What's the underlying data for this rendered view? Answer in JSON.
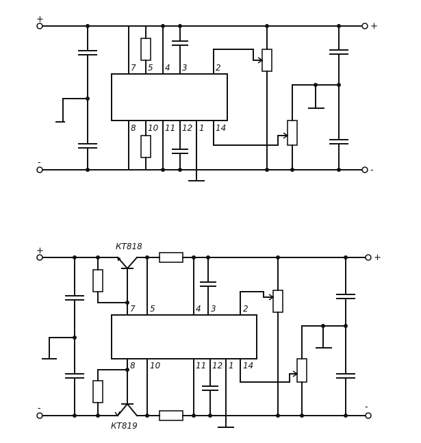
{
  "top_circuit": {
    "pins_top": [
      "7",
      "5",
      "4",
      "3",
      "2"
    ],
    "pins_bottom": [
      "8",
      "10",
      "11",
      "12",
      "1",
      "14"
    ],
    "terminal_plus_left": "+",
    "terminal_plus_right": "+",
    "terminal_minus_left": "-",
    "terminal_minus_right": "-"
  },
  "bottom_circuit": {
    "pins_top": [
      "7",
      "5",
      "4",
      "3",
      "2"
    ],
    "pins_bottom": [
      "8",
      "10",
      "11",
      "12",
      "1",
      "14"
    ],
    "transistor_top": "КТ818",
    "transistor_bottom": "КТ819",
    "terminal_plus_left": "+",
    "terminal_plus_right": "+",
    "terminal_minus_left": "-",
    "terminal_minus_right": "-"
  }
}
